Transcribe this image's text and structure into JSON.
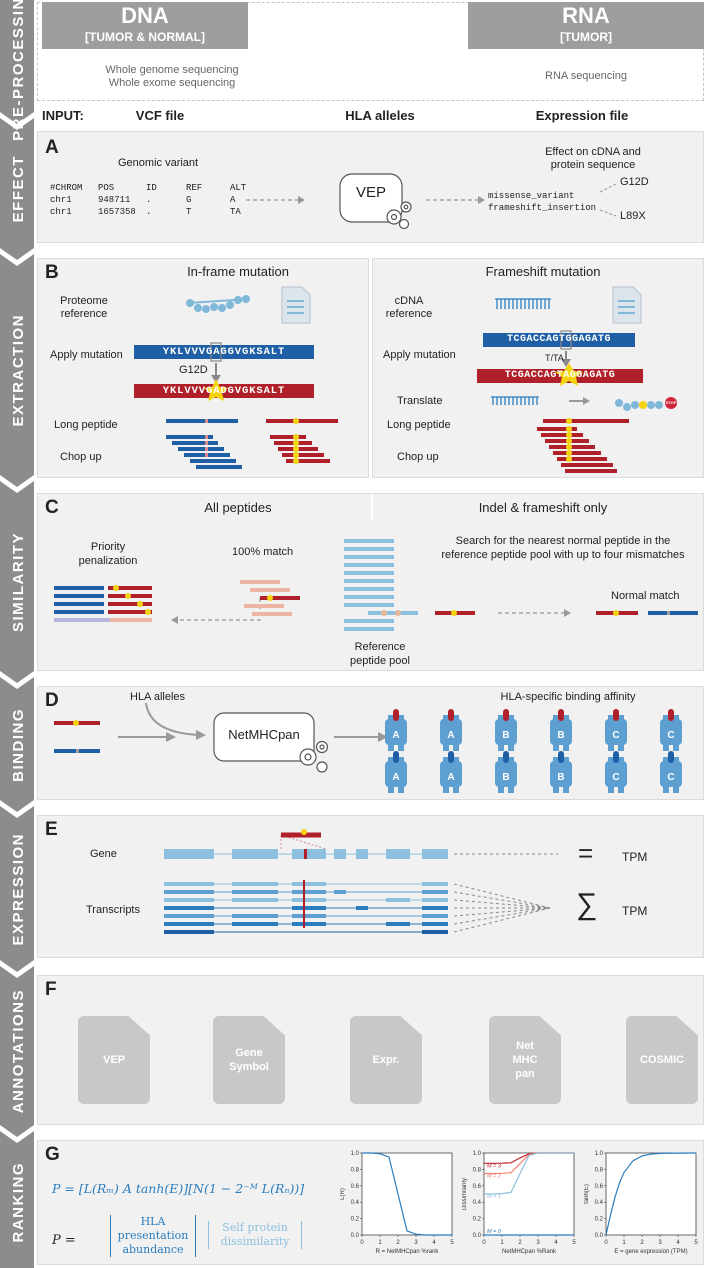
{
  "steps": [
    "PRE-PROCESSING",
    "EFFECT",
    "EXTRACTION",
    "SIMILARITY",
    "BINDING",
    "EXPRESSION",
    "ANNOTATIONS",
    "RANKING"
  ],
  "header": {
    "dna_title": "DNA",
    "dna_sub": "[TUMOR & NORMAL]",
    "dna_methods": [
      "Whole genome sequencing",
      "Whole exome sequencing"
    ],
    "rna_title": "RNA",
    "rna_sub": "[TUMOR]",
    "rna_method": "RNA sequencing"
  },
  "input": {
    "label": "INPUT:",
    "vcf": "VCF file",
    "hla": "HLA alleles",
    "expr": "Expression file"
  },
  "panelA": {
    "letter": "A",
    "genomic_variant": "Genomic variant",
    "vcf_header": [
      "#CHROM",
      "POS",
      "ID",
      "REF",
      "ALT"
    ],
    "vcf_rows": [
      [
        "chr1",
        "948711",
        ".",
        "G",
        "A"
      ],
      [
        "chr1",
        "1657358",
        ".",
        "T",
        "TA"
      ]
    ],
    "tool": "VEP",
    "effect_title": [
      "Effect on cDNA and",
      "protein sequence"
    ],
    "effects": [
      "missense_variant",
      "frameshift_insertion"
    ],
    "results": [
      "G12D",
      "L89X"
    ]
  },
  "panelB": {
    "letter": "B",
    "left_title": "In-frame mutation",
    "right_title": "Frameshift mutation",
    "left_rows": [
      "Proteome reference",
      "Apply mutation",
      "Long peptide",
      "Chop up"
    ],
    "right_rows": [
      "cDNA reference",
      "Apply mutation",
      "Translate",
      "Long peptide",
      "Chop up"
    ],
    "ref_seq": "YKLVVVGAGGVGKSALT",
    "mut_seq": "YKLVVVGADGVGKSALT",
    "mutation_label": "G12D",
    "cdna_ref": "TCGACCAGTGGAGATG",
    "cdna_mut": "TCGACCAGTAGGAGATG",
    "cdna_change": "T/TA",
    "stop": "STOP"
  },
  "panelC": {
    "letter": "C",
    "left_title": "All peptides",
    "right_title": "Indel & frameshift only",
    "priority": "Priority penalization",
    "match100": "100% match",
    "search_text": [
      "Search for the nearest normal peptide in the",
      "reference peptide pool with up to four mismatches"
    ],
    "pool": "Reference peptide pool",
    "normal_match": "Normal match"
  },
  "panelD": {
    "letter": "D",
    "hla_alleles": "HLA alleles",
    "tool": "NetMHCpan",
    "affinity_title": "HLA-specific binding affinity",
    "alleles": [
      "A",
      "A",
      "B",
      "B",
      "C",
      "C"
    ]
  },
  "panelE": {
    "letter": "E",
    "gene": "Gene",
    "transcripts": "Transcripts",
    "tpm": "TPM",
    "equals": "=",
    "sum": "∑"
  },
  "panelF": {
    "letter": "F",
    "files": [
      "VEP",
      "Gene Symbol",
      "Expr.",
      "Net MHC pan",
      "COSMIC"
    ]
  },
  "panelG": {
    "letter": "G",
    "formula1": "P = [L(Rₘ) A tanh(E)][N(1 − 2⁻ᴹ L(Rₙ))]",
    "formula2_left": [
      "HLA",
      "presentation",
      "abundance"
    ],
    "formula2_right": [
      "Self protein",
      "dissimilarity"
    ],
    "p_eq": "P =",
    "colors": {
      "dark": "#2a7dbf",
      "light": "#8cc0de"
    }
  },
  "chart_data": [
    {
      "type": "line",
      "xlabel": "R = NetMHCpan %rank",
      "ylabel": "L(R)",
      "xlim": [
        0,
        5
      ],
      "ylim": [
        0,
        1
      ],
      "xticks": [
        "0",
        "1",
        "2",
        "3",
        "4",
        "5"
      ],
      "yticks": [
        "0.0",
        "0.2",
        "0.4",
        "0.6",
        "0.8",
        "1.0"
      ],
      "series": [
        {
          "x": [
            0,
            0.5,
            1,
            1.5,
            2,
            2.5,
            3,
            3.5,
            4,
            4.5,
            5
          ],
          "y": [
            1,
            1,
            0.99,
            0.95,
            0.5,
            0.05,
            0.01,
            0,
            0,
            0,
            0
          ]
        }
      ]
    },
    {
      "type": "line",
      "xlabel": "NetMHCpan %Rank",
      "ylabel": "Dissimilarity",
      "xlim": [
        0,
        5
      ],
      "ylim": [
        0,
        1
      ],
      "xticks": [
        "0",
        "1",
        "2",
        "3",
        "4",
        "5"
      ],
      "yticks": [
        "0.0",
        "0.2",
        "0.4",
        "0.6",
        "0.8",
        "1.0"
      ],
      "series": [
        {
          "name": "M = 3",
          "x": [
            0,
            0.5,
            1,
            1.5,
            2,
            2.5,
            3,
            3.5,
            4,
            4.5,
            5
          ],
          "y": [
            0.875,
            0.875,
            0.876,
            0.88,
            0.94,
            0.99,
            1,
            1,
            1,
            1,
            1
          ]
        },
        {
          "name": "M = 2",
          "x": [
            0,
            0.5,
            1,
            1.5,
            2,
            2.5,
            3,
            3.5,
            4,
            4.5,
            5
          ],
          "y": [
            0.75,
            0.75,
            0.752,
            0.76,
            0.87,
            0.98,
            1,
            1,
            1,
            1,
            1
          ]
        },
        {
          "name": "M = 1",
          "x": [
            0,
            0.5,
            1,
            1.5,
            2,
            2.5,
            3,
            3.5,
            4,
            4.5,
            5
          ],
          "y": [
            0.5,
            0.5,
            0.505,
            0.52,
            0.75,
            0.97,
            1,
            1,
            1,
            1,
            1
          ]
        },
        {
          "name": "M = 0",
          "x": [
            0,
            0.5,
            1,
            1.5,
            2,
            2.5,
            3,
            3.5,
            4,
            4.5,
            5
          ],
          "y": [
            0,
            0,
            0,
            0,
            0,
            0,
            0,
            0,
            0,
            0,
            0
          ]
        }
      ]
    },
    {
      "type": "line",
      "xlabel": "E = gene expression (TPM)",
      "ylabel": "tanh(E)",
      "xlim": [
        0,
        5
      ],
      "ylim": [
        0,
        1
      ],
      "xticks": [
        "0",
        "1",
        "2",
        "3",
        "4",
        "5"
      ],
      "yticks": [
        "0.0",
        "0.2",
        "0.4",
        "0.6",
        "0.8",
        "1.0"
      ],
      "series": [
        {
          "x": [
            0,
            0.25,
            0.5,
            0.75,
            1,
            1.5,
            2,
            2.5,
            3,
            4,
            5
          ],
          "y": [
            0,
            0.245,
            0.462,
            0.635,
            0.762,
            0.905,
            0.964,
            0.987,
            0.995,
            0.999,
            1
          ]
        }
      ]
    }
  ]
}
